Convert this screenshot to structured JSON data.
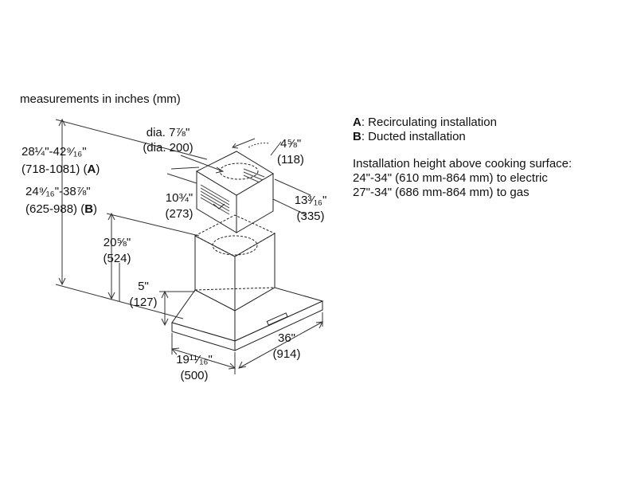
{
  "title": "measurements in inches (mm)",
  "dimensions": {
    "height_a_in": "28¼\"-42⁹⁄₁₆\"",
    "height_a_mm": "(718-1081) (",
    "height_a_letter": "A",
    "height_b_in": "24⁹⁄₁₆\"-38⅞\"",
    "height_b_mm": "(625-988) (",
    "height_b_letter": "B",
    "close_paren": ")",
    "dia_in": "dia. 7⅞\"",
    "dia_mm": "(dia. 200)",
    "top_width_in": "4⅝\"",
    "top_width_mm": "(118)",
    "chimney_width_in": "10¾\"",
    "chimney_width_mm": "(273)",
    "chimney_depth_in": "13³⁄₁₆\"",
    "chimney_depth_mm": "(335)",
    "lower_chimney_in": "20⅝\"",
    "lower_chimney_mm": "(524)",
    "canopy_height_in": "5\"",
    "canopy_height_mm": "(127)",
    "depth_in": "19¹¹⁄₁₆\"",
    "depth_mm": "(500)",
    "width_in": "36\"",
    "width_mm": "(914)"
  },
  "legend": {
    "a_letter": "A",
    "a_text": ": Recirculating installation",
    "b_letter": "B",
    "b_text": ": Ducted installation",
    "install_title": "Installation height above cooking surface:",
    "install_electric": "24\"-34\" (610 mm-864 mm) to electric",
    "install_gas": "27\"-34\" (686 mm-864 mm) to gas"
  }
}
